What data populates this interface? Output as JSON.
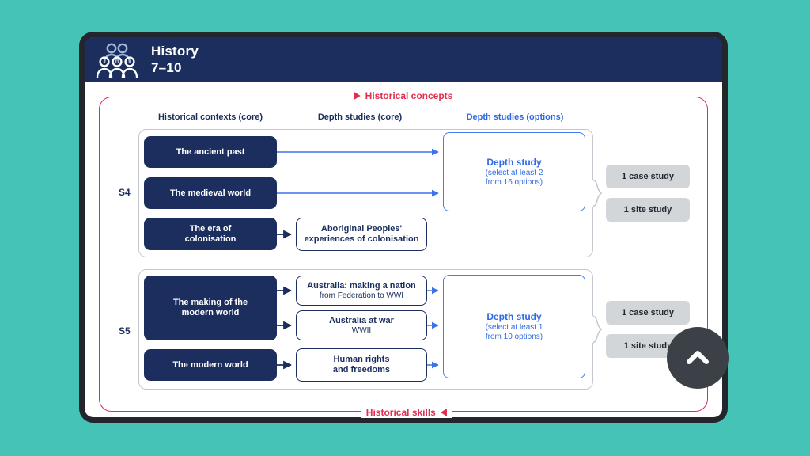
{
  "header": {
    "title_line1": "History",
    "title_line2": "7–10",
    "icon": "people-group-icon"
  },
  "diagram": {
    "top_label": "Historical concepts",
    "bottom_label": "Historical skills",
    "columns": [
      {
        "label": "Historical contexts (core)"
      },
      {
        "label": "Depth studies (core)"
      },
      {
        "label": "Depth studies (options)"
      }
    ],
    "stages": [
      {
        "label": "S4",
        "contexts": [
          "The ancient past",
          "The medieval world",
          "The era of colonisation"
        ],
        "core_box": {
          "title": "Aboriginal Peoples'",
          "subtitle": "experiences of colonisation"
        },
        "options_box": {
          "title": "Depth study",
          "note1": "(select at least 2",
          "note2": "from 16 options)"
        },
        "badges": [
          "1 case study",
          "1 site study"
        ]
      },
      {
        "label": "S5",
        "contexts": [
          "The making of the modern world",
          "The modern world"
        ],
        "core_boxes": [
          {
            "title": "Australia: making a nation",
            "subtitle": "from Federation to WWI"
          },
          {
            "title": "Australia at war",
            "subtitle": "WWII"
          },
          {
            "title": "Human rights and freedoms",
            "subtitle": ""
          }
        ],
        "options_box": {
          "title": "Depth study",
          "note1": "(select at least 1",
          "note2": "from 10 options)"
        },
        "badges": [
          "1 case study",
          "1 site study"
        ]
      }
    ]
  },
  "scroll_top_button": {
    "icon": "chevron-up-icon"
  },
  "colors": {
    "background_teal": "#45c3b7",
    "card_outline": "#23262d",
    "navy": "#1b2e5e",
    "accent_blue": "#2f6ae6",
    "accent_red": "#e12d50",
    "badge_gray": "#d2d6d8",
    "button_dark": "#3c4148"
  }
}
